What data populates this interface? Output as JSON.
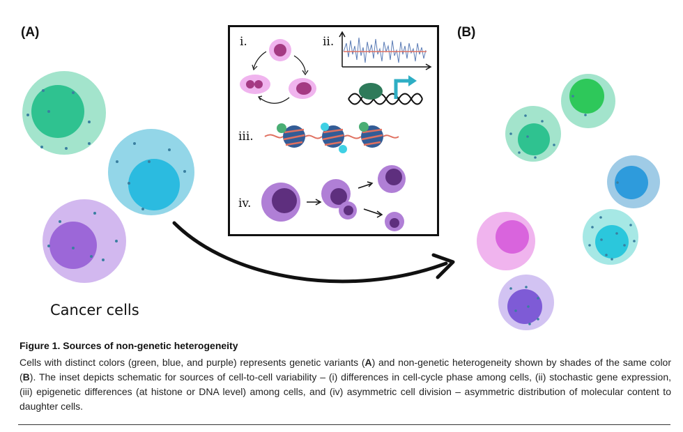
{
  "panels": {
    "a_label": "(A)",
    "b_label": "(B)"
  },
  "cancer_cells_label": "Cancer cells",
  "inset": {
    "i": "i.",
    "ii": "ii.",
    "iii": "iii.",
    "iv": "iv."
  },
  "caption": {
    "title": "Figure 1. Sources of non-genetic heterogeneity",
    "body_parts": {
      "p1": "Cells with distinct colors (green, blue, and purple) represents genetic variants (",
      "a": "A",
      "p2": ") and non-genetic heterogeneity shown by shades of the same color (",
      "b": "B",
      "p3": "). The inset depicts schematic for sources of cell-to-cell variability – (i) differences in cell-cycle phase among cells, (ii) stochastic gene expression, (iii) epigenetic differences (at histone or DNA level) among cells, and (iv) asymmetric cell division – asymmetric distribution of molecular content to daughter cells."
    }
  },
  "colors": {
    "green_outer": "#a3e4cc",
    "green_inner": "#2fc290",
    "blue_outer": "#93d6e8",
    "blue_inner": "#2bbbe0",
    "purple_outer": "#d2b8ef",
    "purple_inner": "#9c67d8",
    "pink_outer": "#f0b4ee",
    "pink_inner": "#d964dd",
    "dot": "#3a7fa0"
  }
}
